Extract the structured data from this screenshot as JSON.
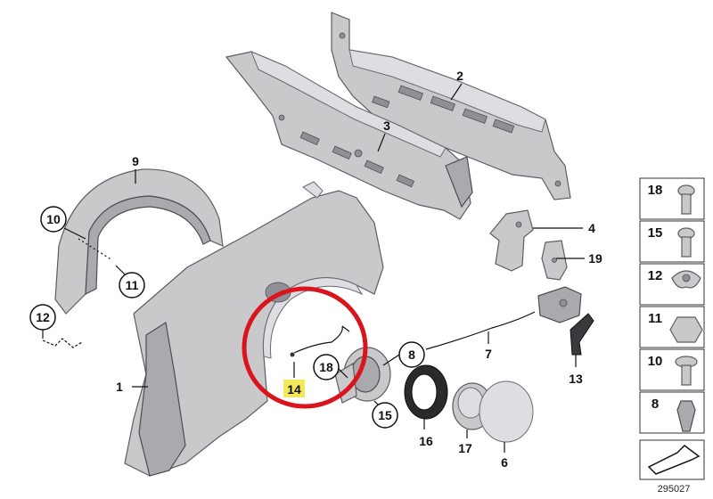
{
  "diagram_id": "295027",
  "callouts": {
    "p1": "1",
    "p2": "2",
    "p3": "3",
    "p4": "4",
    "p6": "6",
    "p7": "7",
    "p8": "8",
    "p9": "9",
    "p10": "10",
    "p11": "11",
    "p12": "12",
    "p13": "13",
    "p14": "14",
    "p15": "15",
    "p16": "16",
    "p17": "17",
    "p18": "18",
    "p19": "19"
  },
  "fastener_legend": [
    "18",
    "15",
    "12",
    "11",
    "10",
    "8"
  ],
  "colors": {
    "highlight_circle": "#d9141c",
    "highlight_label_bg": "#f3e85a",
    "part_fill": "#c9c9cc",
    "outline": "#5d5d62"
  }
}
